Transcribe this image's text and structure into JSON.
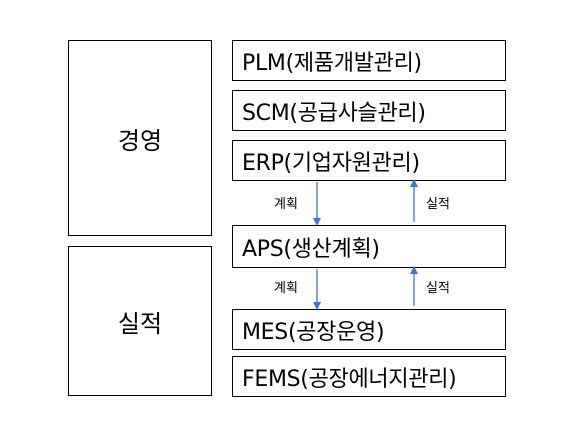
{
  "left_panels": {
    "top_label": "경영",
    "bottom_label": "실적"
  },
  "systems": [
    "PLM(제품개발관리)",
    "SCM(공급사슬관리)",
    "ERP(기업자원관리)",
    "APS(생산계획)",
    "MES(공장운영)",
    "FEMS(공장에너지관리)"
  ],
  "flows": [
    {
      "down_label": "계획",
      "up_label": "실적"
    },
    {
      "down_label": "계획",
      "up_label": "실적"
    }
  ],
  "colors": {
    "arrow": "#4472c4",
    "border": "#000000",
    "text": "#000000"
  }
}
